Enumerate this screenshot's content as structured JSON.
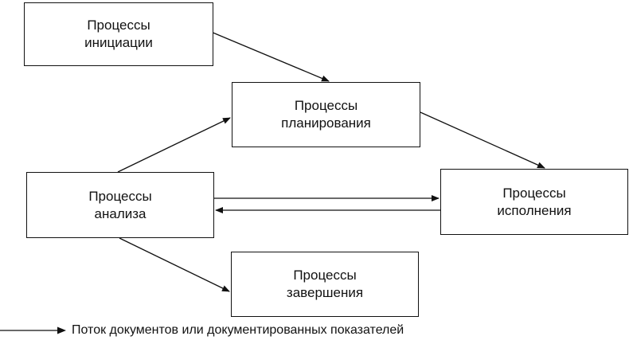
{
  "nodes": {
    "initiation": {
      "line1": "Процессы",
      "line2": "инициации"
    },
    "planning": {
      "line1": "Процессы",
      "line2": "планирования"
    },
    "analysis": {
      "line1": "Процессы",
      "line2": "анализа"
    },
    "execution": {
      "line1": "Процессы",
      "line2": "исполнения"
    },
    "completion": {
      "line1": "Процессы",
      "line2": "завершения"
    }
  },
  "edges": [
    {
      "from": "initiation",
      "to": "planning"
    },
    {
      "from": "analysis",
      "to": "planning"
    },
    {
      "from": "planning",
      "to": "execution"
    },
    {
      "from": "analysis",
      "to": "execution"
    },
    {
      "from": "execution",
      "to": "analysis"
    },
    {
      "from": "analysis",
      "to": "completion"
    }
  ],
  "legend": {
    "text": "Поток документов или документированных показателей"
  }
}
